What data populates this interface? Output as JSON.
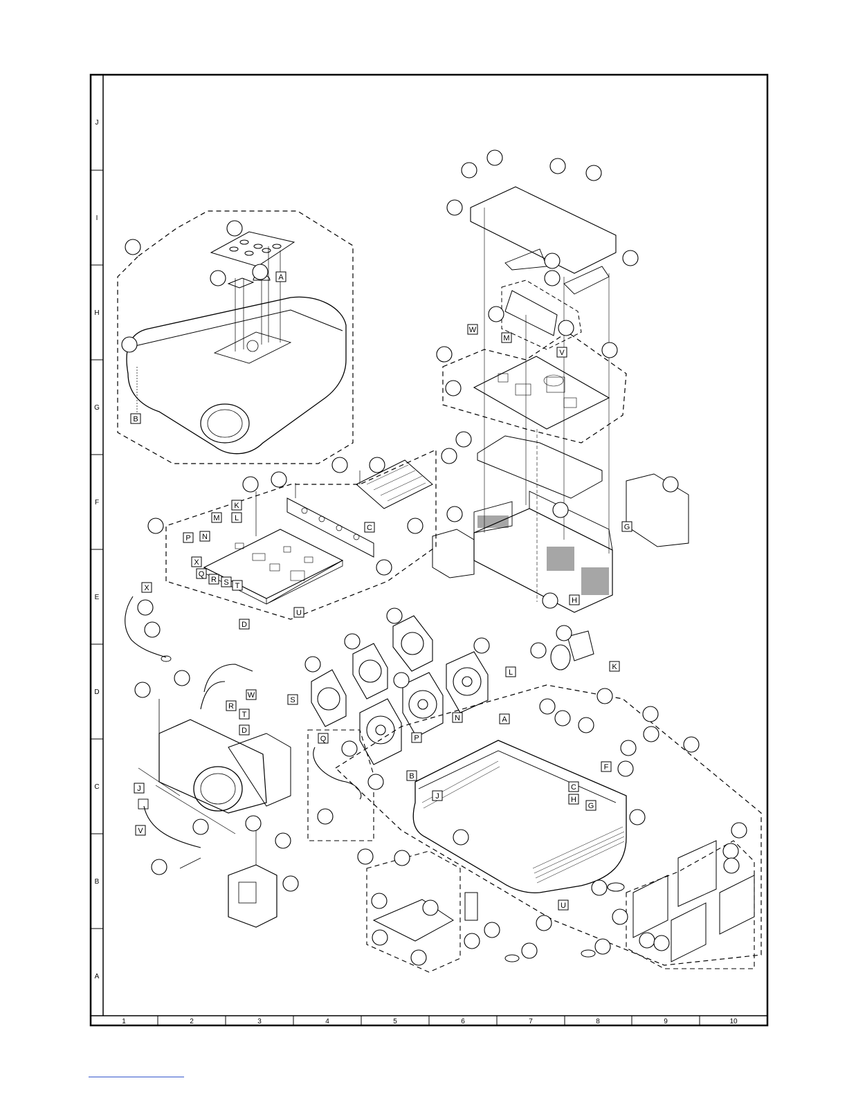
{
  "frame": {
    "row_labels": [
      "J",
      "I",
      "H",
      "G",
      "F",
      "E",
      "D",
      "C",
      "B",
      "A"
    ],
    "col_labels": [
      "1",
      "2",
      "3",
      "4",
      "5",
      "6",
      "7",
      "8",
      "9",
      "10"
    ]
  },
  "callouts": {
    "top_unit": [
      "A",
      "B"
    ],
    "main_pwb": [
      "K",
      "L",
      "M",
      "N",
      "P",
      "X",
      "Q",
      "R",
      "S",
      "T",
      "U",
      "C",
      "D"
    ],
    "power_unit": [
      "W",
      "M",
      "V",
      "G",
      "H"
    ],
    "fans": [
      "K",
      "L",
      "N",
      "P",
      "A"
    ],
    "optical_unit": [
      "X",
      "W",
      "R",
      "T",
      "S",
      "D",
      "J",
      "V"
    ],
    "cabinet": [
      "Q",
      "B",
      "J",
      "F",
      "C",
      "H",
      "G",
      "U"
    ]
  }
}
